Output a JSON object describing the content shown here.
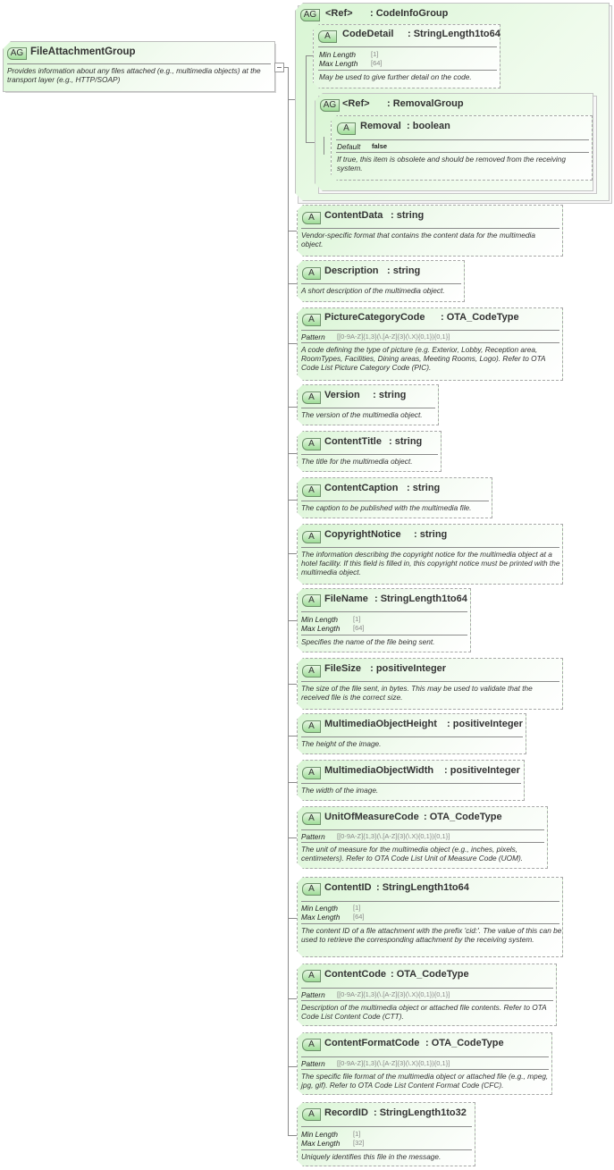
{
  "root": {
    "badge": "AG",
    "name": "FileAttachmentGroup",
    "description": "Provides information about any files attached (e.g., multimedia objects) at the transport layer (e.g., HTTP/SOAP)"
  },
  "ref_groups": [
    {
      "badge": "AG",
      "ref_label": "<Ref>",
      "type": ": CodeInfoGroup",
      "attributes": [
        {
          "badge": "A",
          "name": "CodeDetail",
          "type": ": StringLength1to64",
          "facets": [
            {
              "label": "Min Length",
              "value": "[1]"
            },
            {
              "label": "Max Length",
              "value": "[64]"
            }
          ],
          "description": "May be used to give further detail on the code."
        }
      ],
      "nested": {
        "badge": "AG",
        "ref_label": "<Ref>",
        "type": ": RemovalGroup",
        "attributes": [
          {
            "badge": "A",
            "name": "Removal",
            "type": ": boolean",
            "facets": [
              {
                "label": "Default",
                "value": "false"
              }
            ],
            "description": "If true, this item is obsolete and should be removed from the receiving system."
          }
        ]
      }
    }
  ],
  "attributes": [
    {
      "badge": "A",
      "name": "ContentData",
      "type": ": string",
      "facets": [],
      "description": "Vendor-specific format that contains the content data for the multimedia object."
    },
    {
      "badge": "A",
      "name": "Description",
      "type": ": string",
      "facets": [],
      "description": "A short description of the multimedia object."
    },
    {
      "badge": "A",
      "name": "PictureCategoryCode",
      "type": ": OTA_CodeType",
      "facets": [
        {
          "label": "Pattern",
          "value": "[[0-9A-Z]{1,3}(\\.[A-Z]{3}(\\.X){0,1}){0,1}]"
        }
      ],
      "description": "A code defining the type of picture (e.g. Exterior, Lobby, Reception area, RoomTypes, Facilities, Dining areas, Meeting Rooms, Logo). Refer to OTA Code List Picture Category Code (PIC)."
    },
    {
      "badge": "A",
      "name": "Version",
      "type": "  : string",
      "facets": [],
      "description": "The version of the multimedia object."
    },
    {
      "badge": "A",
      "name": "ContentTitle",
      "type": ": string",
      "facets": [],
      "description": "The title for the multimedia object."
    },
    {
      "badge": "A",
      "name": "ContentCaption",
      "type": ": string",
      "facets": [],
      "description": "The caption to be published with the multimedia file."
    },
    {
      "badge": "A",
      "name": "CopyrightNotice",
      "type": ": string",
      "facets": [],
      "description": "The information describing the copyright notice for the multimedia object at a hotel facility. If this field is filled in, this copyright notice must be printed with the multimedia object."
    },
    {
      "badge": "A",
      "name": "FileName",
      "type": ": StringLength1to64",
      "facets": [
        {
          "label": "Min Length",
          "value": "[1]"
        },
        {
          "label": "Max Length",
          "value": "[64]"
        }
      ],
      "description": "Specifies the name of the file being sent."
    },
    {
      "badge": "A",
      "name": "FileSize",
      "type": "  : positiveInteger",
      "facets": [],
      "description": "The size of the file sent, in bytes.  This may be used to validate that the received file is the correct size."
    },
    {
      "badge": "A",
      "name": "MultimediaObjectHeight",
      "type": ": positiveInteger",
      "facets": [],
      "description": "The height of the image."
    },
    {
      "badge": "A",
      "name": "MultimediaObjectWidth",
      "type": ": positiveInteger",
      "facets": [],
      "description": "The width of the image."
    },
    {
      "badge": "A",
      "name": "UnitOfMeasureCode",
      "type": ": OTA_CodeType",
      "facets": [
        {
          "label": "Pattern",
          "value": "[[0-9A-Z]{1,3}(\\.[A-Z]{3}(\\.X){0,1}){0,1}]"
        }
      ],
      "description": "The unit of measure for the multimedia object (e.g., inches, pixels, centimeters). Refer to OTA Code List Unit of Measure Code (UOM)."
    },
    {
      "badge": "A",
      "name": "ContentID",
      "type": ": StringLength1to64",
      "facets": [
        {
          "label": "Min Length",
          "value": "[1]"
        },
        {
          "label": "Max Length",
          "value": "[64]"
        }
      ],
      "description": "The content ID of a file attachment with the prefix 'cid:'. The value of this can be used to retrieve the corresponding attachment by the receiving system."
    },
    {
      "badge": "A",
      "name": "ContentCode",
      "type": ": OTA_CodeType",
      "facets": [
        {
          "label": "Pattern",
          "value": "[[0-9A-Z]{1,3}(\\.[A-Z]{3}(\\.X){0,1}){0,1}]"
        }
      ],
      "description": "Description of the multimedia object or attached file contents. Refer to OTA Code List Content Code (CTT)."
    },
    {
      "badge": "A",
      "name": "ContentFormatCode",
      "type": ": OTA_CodeType",
      "facets": [
        {
          "label": "Pattern",
          "value": "[[0-9A-Z]{1,3}(\\.[A-Z]{3}(\\.X){0,1}){0,1}]"
        }
      ],
      "description": "The specific file format of the multimedia object or attached file (e.g., mpeg, jpg, gif). Refer to OTA Code List Content Format Code (CFC)."
    },
    {
      "badge": "A",
      "name": "RecordID",
      "type": ": StringLength1to32",
      "facets": [
        {
          "label": "Min Length",
          "value": "[1]"
        },
        {
          "label": "Max Length",
          "value": "[32]"
        }
      ],
      "description": "Uniquely identifies this file in the message."
    }
  ]
}
